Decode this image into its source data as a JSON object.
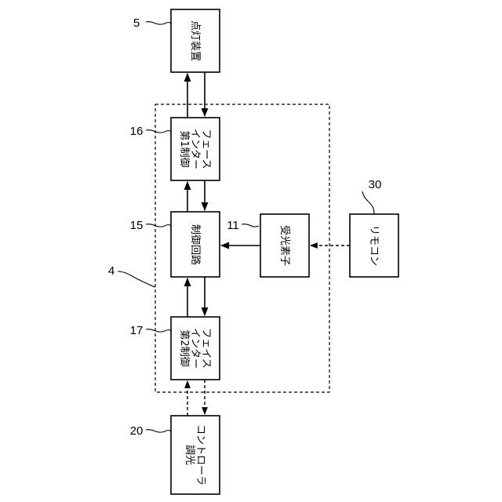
{
  "system_ref": "4",
  "blocks": {
    "lighting_device": {
      "ref": "5",
      "lines": [
        "点灯装置"
      ]
    },
    "first_interface": {
      "ref": "16",
      "lines": [
        "第1制御",
        "インター",
        "フェース"
      ]
    },
    "control_circuit": {
      "ref": "15",
      "lines": [
        "制御回路"
      ]
    },
    "light_receiver": {
      "ref": "11",
      "lines": [
        "受光素子"
      ]
    },
    "remote_control": {
      "ref": "30",
      "lines": [
        "リモコン"
      ]
    },
    "second_interface": {
      "ref": "17",
      "lines": [
        "第2制御",
        "インター",
        "フェイス"
      ]
    },
    "dimming_controller": {
      "ref": "20",
      "lines": [
        "調光",
        "コントローラ"
      ]
    }
  }
}
